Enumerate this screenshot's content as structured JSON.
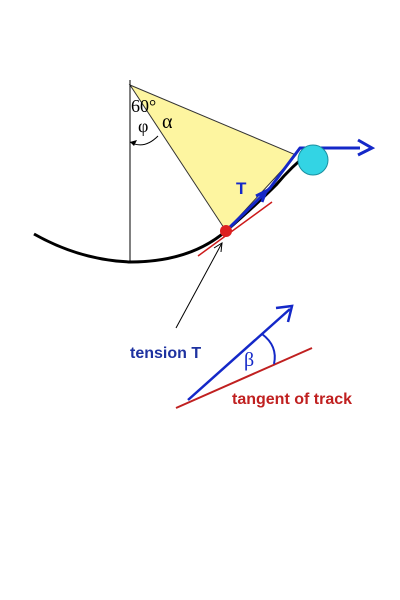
{
  "labels": {
    "angle_top": "60°",
    "alpha": "α",
    "phi": "φ",
    "tension_arrow": "T",
    "tension_caption": "tension T",
    "beta": "β",
    "tangent_caption": "tangent of track"
  },
  "colors": {
    "triangle_fill": "#fdf5a0",
    "track": "#000000",
    "tension_blue": "#1428c8",
    "tangent_red": "#cc1a1a",
    "contact_dot": "#dd2020",
    "ball_cyan": "#33d4e4",
    "caption_blue": "#1e32a0",
    "caption_red": "#c02020"
  }
}
